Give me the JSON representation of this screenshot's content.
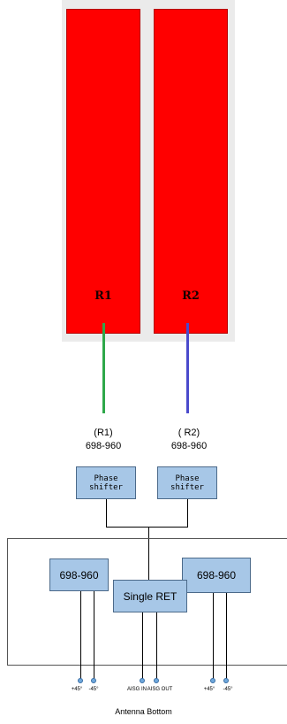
{
  "radiators": [
    {
      "label": "R1",
      "color": "#ff0000"
    },
    {
      "label": "R2",
      "color": "#ff0000"
    }
  ],
  "feed_colors": {
    "r1": "#2ea84a",
    "r2": "#4a4acc"
  },
  "bands": [
    {
      "name": "(R1)",
      "range": "698-960"
    },
    {
      "name": "( R2)",
      "range": "698-960"
    }
  ],
  "phase_shifters": [
    {
      "label": "Phase\nshifter"
    },
    {
      "label": "Phase\nshifter"
    }
  ],
  "modules": {
    "left": "698-960",
    "right": "698-960",
    "ret": "Single RET"
  },
  "ports": [
    "+45°",
    "-45°",
    "AISG IN",
    "AISG OUT",
    "+45°",
    "-45°"
  ],
  "footer": "Antenna Bottom"
}
